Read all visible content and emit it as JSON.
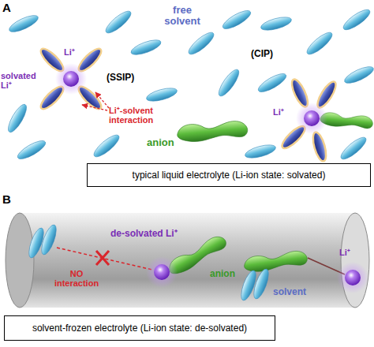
{
  "diagram": {
    "nodes": [
      {
        "text": [
          "typical liquid electrolyte (Li-ion state: solvated)"
        ]
      },
      {
        "text": [
          "solvent-frozen electrolyte (Li-ion state: de-solvated)"
        ]
      }
    ],
    "labels": [
      "A",
      "free solvent",
      "Li⁺",
      "solvated Li⁺",
      "(SSIP)",
      "Li⁺-solvent interaction",
      "anion",
      "(CIP)",
      "Li⁺",
      "B",
      "de-solvated Li⁺",
      "NO interaction",
      "anion",
      "solvent",
      "Li⁺"
    ]
  }
}
